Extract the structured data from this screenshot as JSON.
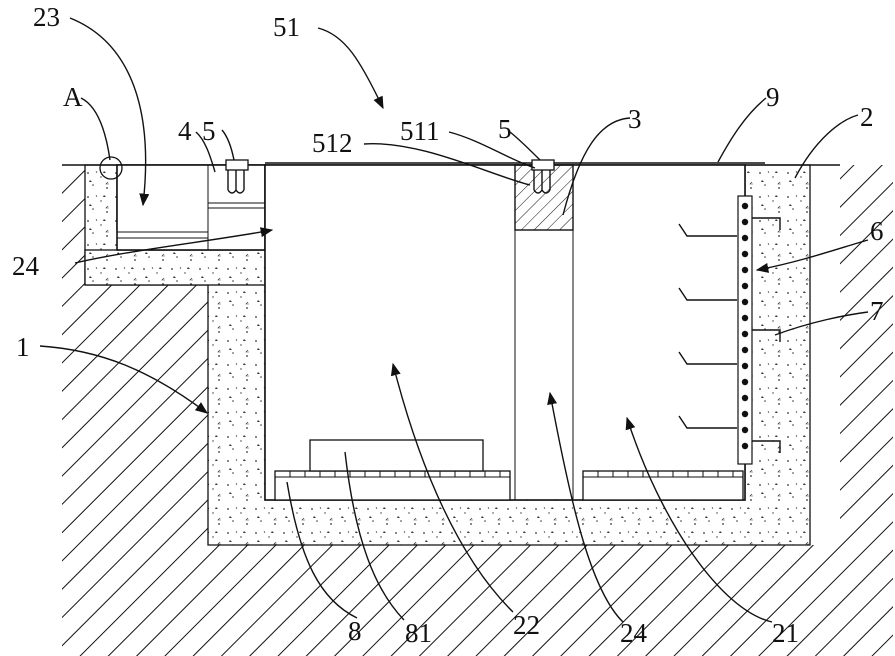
{
  "figure": {
    "labels": {
      "l23": "23",
      "l51": "51",
      "l9": "9",
      "l3": "3",
      "l2": "2",
      "lA": "A",
      "l4": "4",
      "l5a": "5",
      "l512": "512",
      "l511": "511",
      "l5b": "5",
      "l6": "6",
      "l24a": "24",
      "l7": "7",
      "l1": "1",
      "l8": "8",
      "l81": "81",
      "l22": "22",
      "l24b": "24",
      "l21": "21"
    }
  }
}
